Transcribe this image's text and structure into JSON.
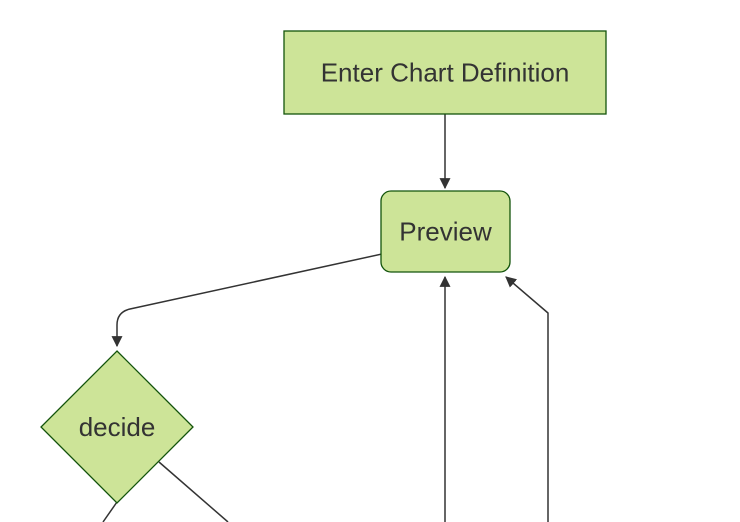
{
  "diagram": {
    "type": "flowchart",
    "direction": "top-down",
    "nodes": [
      {
        "id": "A",
        "label": "Enter Chart Definition",
        "shape": "rectangle"
      },
      {
        "id": "B",
        "label": "Preview",
        "shape": "rounded-rectangle"
      },
      {
        "id": "C",
        "label": "decide",
        "shape": "diamond"
      }
    ],
    "edges": [
      {
        "from": "A",
        "to": "B",
        "arrowhead": true
      },
      {
        "from": "B",
        "to": "C",
        "arrowhead": true
      },
      {
        "from": "offscreen-bottom-center",
        "to": "B",
        "arrowhead": true
      },
      {
        "from": "offscreen-bottom-right",
        "to": "B",
        "arrowhead": true
      },
      {
        "from": "C",
        "to": "offscreen-bottom-left",
        "arrowhead": false
      },
      {
        "from": "C",
        "to": "offscreen-bottom-right",
        "arrowhead": false
      }
    ],
    "colors": {
      "background": "#ffffff",
      "node_fill": "#cde498",
      "node_border": "#13540c",
      "edge_line": "#333333",
      "label_text": "#333333"
    }
  }
}
